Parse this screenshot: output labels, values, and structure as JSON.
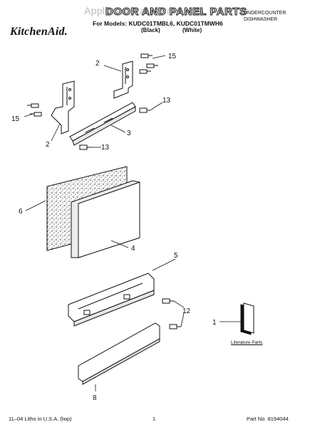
{
  "header": {
    "watermark": "Appliance Parts Pros.com",
    "title": "DOOR AND PANEL PARTS",
    "models_line": "For Models: KUDC01TMBL6, KUDC01TMWH6",
    "variant_black": "(Black)",
    "variant_white": "(White)",
    "product_line1": "UNDERCOUNTER",
    "product_line2": "DISHWASHER",
    "brand": "KitchenAid."
  },
  "callouts": [
    "15",
    "2",
    "13",
    "15",
    "2",
    "3",
    "13",
    "6",
    "4",
    "5",
    "12",
    "1",
    "8"
  ],
  "literature_label": "Literature Parts",
  "footer": {
    "litho": "11–04 Litho in U.S.A. (lwp)",
    "page": "1",
    "part_no": "Part No. 8194044"
  }
}
